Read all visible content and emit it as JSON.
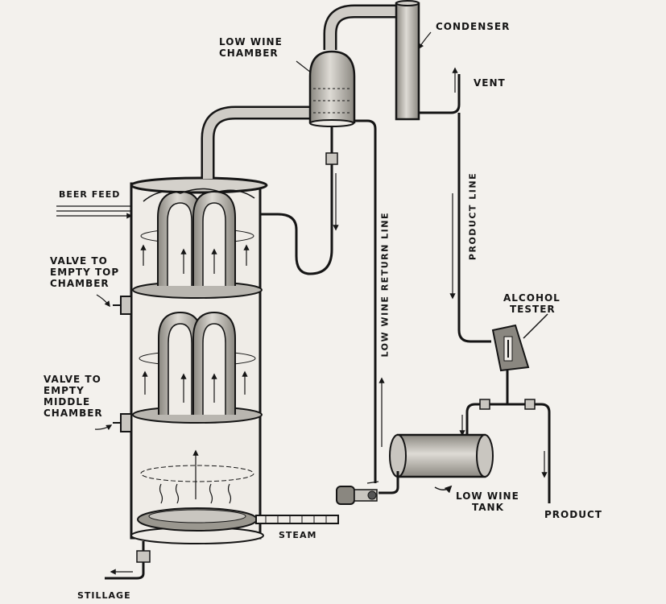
{
  "diagram": {
    "labels": {
      "condenser": "CONDENSER",
      "low_wine_chamber_1": "LOW WINE",
      "low_wine_chamber_2": "CHAMBER",
      "vent": "VENT",
      "beer_feed": "BEER FEED",
      "valve_top_1": "VALVE TO",
      "valve_top_2": "EMPTY TOP",
      "valve_top_3": "CHAMBER",
      "valve_middle_1": "VALVE TO",
      "valve_middle_2": "EMPTY",
      "valve_middle_3": "MIDDLE",
      "valve_middle_4": "CHAMBER",
      "low_wine_return_line": "LOW WINE RETURN LINE",
      "product_line": "PRODUCT LINE",
      "alcohol_tester_1": "ALCOHOL",
      "alcohol_tester_2": "TESTER",
      "low_wine_tank_1": "LOW WINE",
      "low_wine_tank_2": "TANK",
      "product": "PRODUCT",
      "steam": "STEAM",
      "stillage": "STILLAGE"
    },
    "colors": {
      "background": "#f3f1ed",
      "ink": "#151515",
      "metal": "#c9c6c0",
      "metal_dark": "#8a8780"
    }
  }
}
